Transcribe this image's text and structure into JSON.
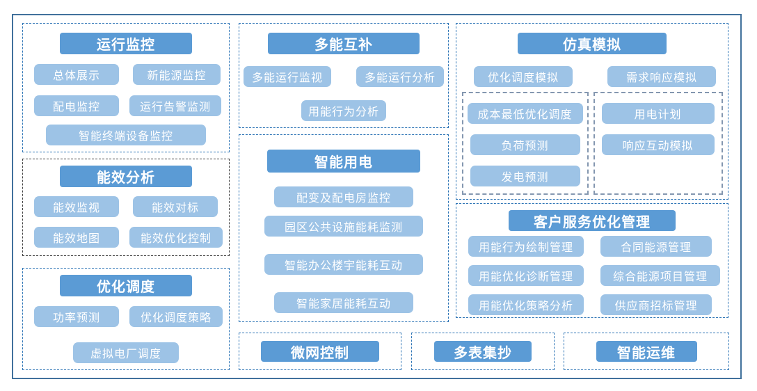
{
  "groups": {
    "operation_monitoring": {
      "title": "运行监控",
      "items": [
        "总体展示",
        "新能源监控",
        "配电监控",
        "运行告警监测",
        "智能终端设备监控"
      ]
    },
    "energy_efficiency": {
      "title": "能效分析",
      "items": [
        "能效监视",
        "能效对标",
        "能效地图",
        "能效优化控制"
      ]
    },
    "optimal_dispatch": {
      "title": "优化调度",
      "items": [
        "功率预测",
        "优化调度策略",
        "虚拟电厂调度"
      ]
    },
    "multi_energy": {
      "title": "多能互补",
      "items": [
        "多能运行监视",
        "多能运行分析",
        "用能行为分析"
      ]
    },
    "smart_power_use": {
      "title": "智能用电",
      "items": [
        "配变及配电房监控",
        "园区公共设施能耗监测",
        "智能办公楼宇能耗互动",
        "智能家居能耗互动"
      ]
    },
    "simulation": {
      "title": "仿真模拟",
      "items": [
        "优化调度模拟",
        "需求响应模拟"
      ],
      "sub_left_items": [
        "成本最低优化调度",
        "负荷预测",
        "发电预测"
      ],
      "sub_right_items": [
        "用电计划",
        "响应互动模拟"
      ]
    },
    "customer_service": {
      "title": "客户服务优化管理",
      "items": [
        "用能行为绘制管理",
        "合同能源管理",
        "用能优化诊断管理",
        "综合能源项目管理",
        "用能优化策略分析",
        "供应商招标管理"
      ]
    },
    "microgrid_control": {
      "title": "微网控制"
    },
    "multi_meter_reading": {
      "title": "多表集抄"
    },
    "smart_om": {
      "title": "智能运维"
    }
  },
  "colors": {
    "title_fill": "#5B9BD5",
    "item_fill": "#9DC3E6",
    "border_blue_dash": "#2E75B6",
    "border_black_dash": "#404040",
    "border_gray_dash": "#8497B0",
    "outer_frame": "#41719C",
    "text": "#FFFFFF"
  }
}
